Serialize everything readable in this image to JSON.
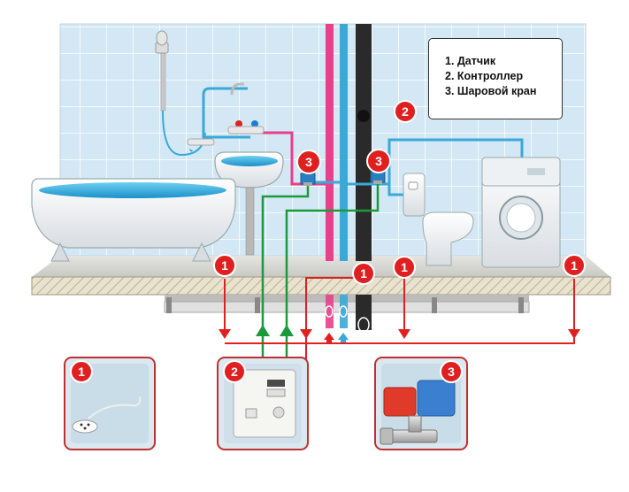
{
  "legend": {
    "items": [
      "1. Датчик",
      "2. Контроллер",
      "3. Шаровой кран"
    ]
  },
  "badges": {
    "sensor": "1",
    "controller": "2",
    "valve": "3"
  },
  "colors": {
    "wall": "#cfe6f2",
    "tile_lines": "#ffffff",
    "floor": "#e6e0cf",
    "signal_red": "#e02020",
    "control_green": "#1a9a3a",
    "hot_pipe": "#e8408a",
    "cold_pipe": "#3aa8d8",
    "drain_pipe": "#2a2a2a",
    "badge_red": "#e02020"
  },
  "icons": [
    "bathtub-icon",
    "shower-icon",
    "sink-icon",
    "toilet-icon",
    "washing-machine-icon",
    "water-sensor-icon",
    "controller-icon",
    "ball-valve-icon"
  ]
}
